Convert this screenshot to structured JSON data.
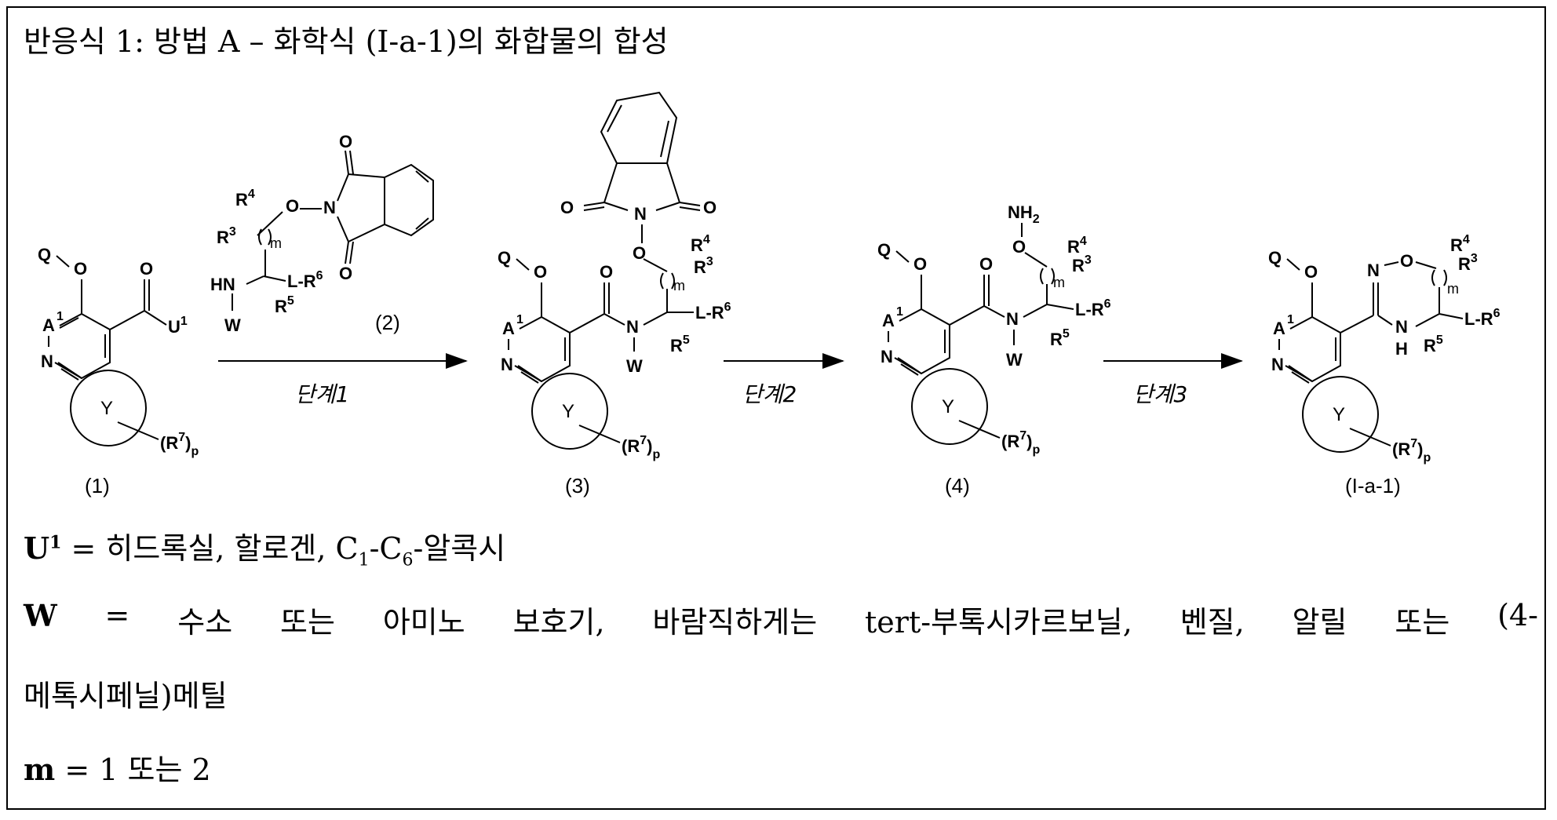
{
  "title": "반응식 1: 방법 A – 화학식 (I-a-1)의 화합물의 합성",
  "compounds": {
    "c1": "(1)",
    "c2": "(2)",
    "c3": "(3)",
    "c4": "(4)",
    "c5": "(I-a-1)"
  },
  "steps": {
    "s1": "단계1",
    "s2": "단계2",
    "s3": "단계3"
  },
  "atoms": {
    "Q": "Q",
    "O": "O",
    "N": "N",
    "A": "A",
    "Y": "Y",
    "U": "U",
    "W": "W",
    "R": "R",
    "L": "L-R",
    "H": "H",
    "NH2": "NH",
    "m": "m",
    "p": "p",
    "one": "1",
    "two": "2",
    "three": "3",
    "four": "4",
    "five": "5",
    "six": "6",
    "seven": "7",
    "HN": "HN",
    "paren_open": "(",
    "paren_close": ")"
  },
  "notes": {
    "u1": {
      "label": "U",
      "sup": "1",
      "eq": "= 히드록실, 할로겐, C",
      "sub1": "1",
      "mid": "-C",
      "sub2": "6",
      "end": "-알콕시"
    },
    "w": {
      "label": "W",
      "words": [
        "=",
        "수소",
        "또는",
        "아미노",
        "보호기,",
        "바람직하게는",
        "tert-부톡시카르보닐,",
        "벤질,",
        "알릴",
        "또는",
        "(4-"
      ],
      "cont": "메톡시페닐)메틸"
    },
    "m": {
      "label": "m",
      "text": "= 1 또는 2"
    }
  }
}
